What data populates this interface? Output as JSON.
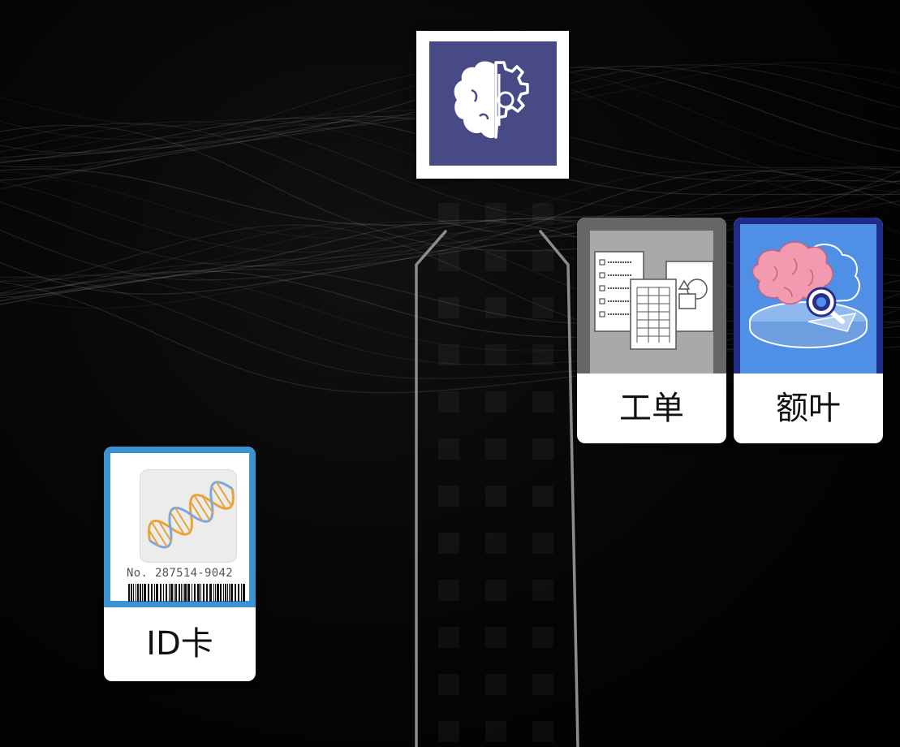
{
  "cards": {
    "work_order": {
      "label": "工单",
      "icon": "documents-icon"
    },
    "frontal_lobe": {
      "label": "额叶",
      "icon": "brain-scan-icon"
    },
    "id_card": {
      "label": "ID卡",
      "number": "No. 287514-9042",
      "icon": "dna-icon"
    }
  },
  "core_node": {
    "icon": "brain-gear-icon"
  },
  "colors": {
    "core_bg": "#474a85",
    "frontal_frame": "#1f2c8a",
    "frontal_bg": "#4f8fe6",
    "id_frame": "#3a93d0",
    "workorder_frame": "#666666",
    "workorder_bg": "#a9a9a9"
  }
}
